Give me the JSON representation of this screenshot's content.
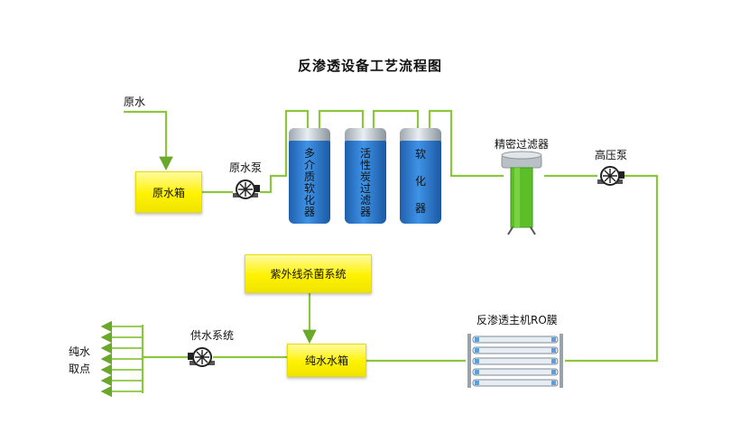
{
  "title": "反渗透设备工艺流程图",
  "labels": {
    "raw_water": "原水",
    "raw_water_tank": "原水箱",
    "raw_water_pump": "原水泵",
    "multi_media_filter": [
      "多",
      "介",
      "质",
      "软",
      "化",
      "器"
    ],
    "activated_carbon_filter": [
      "活",
      "性",
      "炭",
      "过",
      "滤",
      "器"
    ],
    "softener": [
      "软",
      "化",
      "器"
    ],
    "precision_filter": "精密过滤器",
    "high_pressure_pump": "高压泵",
    "uv_sterilizer": "紫外线杀菌系统",
    "ro_membrane": "反渗透主机RO膜",
    "pure_water_tank": "纯水水箱",
    "supply_system": "供水系统",
    "pure_water_point_1": "纯水",
    "pure_water_point_2": "取点"
  },
  "colors": {
    "pipe": "#8cc63f",
    "pipe_dark": "#6aa82c",
    "tank_yellow": "#fff200",
    "vessel_blue": "#2f7fd3",
    "filter_green": "#5cbf2a"
  },
  "icons": [
    "pump-icon",
    "arrow-icon"
  ]
}
